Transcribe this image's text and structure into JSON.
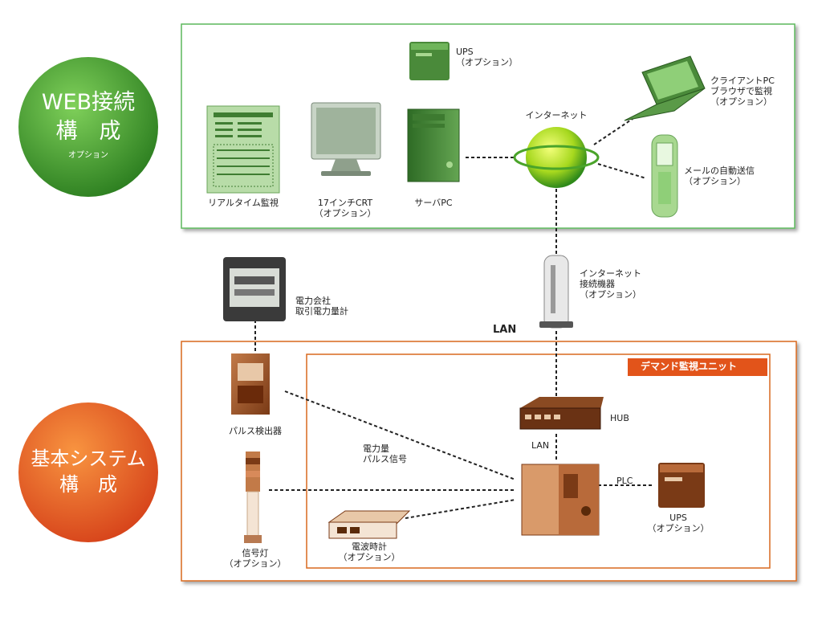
{
  "web_section": {
    "title_line1": "WEB接続",
    "title_line2": "構　成",
    "subtitle": "オプション",
    "realtime_monitor": "リアルタイム監視",
    "crt": [
      "17インチCRT",
      "（オプション）"
    ],
    "server": "サーバPC",
    "ups": [
      "UPS",
      "（オプション）"
    ],
    "internet": "インターネット",
    "client_pc": [
      "クライアントPC",
      "ブラウザで監視",
      "（オプション）"
    ],
    "mail": [
      "メールの自動送信",
      "（オプション）"
    ]
  },
  "middle": {
    "power_meter": [
      "電力会社",
      "取引電力量計"
    ],
    "router": [
      "インターネット",
      "接続機器",
      "（オプション）"
    ],
    "lan": "LAN"
  },
  "basic_section": {
    "title_line1": "基本システム",
    "title_line2": "構　成",
    "demand_unit": "デマンド監視ユニット",
    "pulse_detector": "パルス検出器",
    "pulse_signal": [
      "電力量",
      "パルス信号"
    ],
    "hub": "HUB",
    "lan": "LAN",
    "plc": "PLC",
    "ups": [
      "UPS",
      "（オプション）"
    ],
    "signal_light": [
      "信号灯",
      "（オプション）"
    ],
    "radio_clock": [
      "電波時計",
      "（オプション）"
    ]
  },
  "colors": {
    "web_border": "#5cb85c",
    "basic_border": "#d9691f",
    "green_circle": "#3d9a2e",
    "orange_circle": "#e35a1c",
    "demand_header": "#e2541a"
  }
}
